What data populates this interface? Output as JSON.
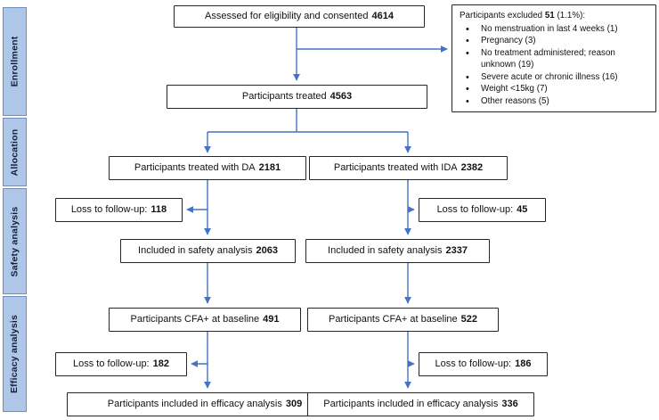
{
  "figure": {
    "type": "consort-flow-diagram"
  },
  "colors": {
    "arrow": "#4472c4",
    "box_border": "#262626",
    "sidebar_fill": "#aec7e8",
    "sidebar_border": "#6d8fbf"
  },
  "sidebar": {
    "items": [
      {
        "label": "Enrollment"
      },
      {
        "label": "Allocation"
      },
      {
        "label": "Safety analysis"
      },
      {
        "label": "Efficacy analysis"
      }
    ]
  },
  "boxes": {
    "assessed": {
      "text": "Assessed for eligibility and consented",
      "value": "4614"
    },
    "treated": {
      "text": "Participants treated",
      "value": "4563"
    },
    "da": {
      "text": "Participants treated with DA",
      "value": "2181"
    },
    "ida": {
      "text": "Participants treated with IDA",
      "value": "2382"
    },
    "loss_da_1": {
      "text": "Loss to follow-up:",
      "value": "118"
    },
    "loss_ida_1": {
      "text": "Loss to follow-up:",
      "value": "45"
    },
    "safety_da": {
      "text": "Included in safety analysis",
      "value": "2063"
    },
    "safety_ida": {
      "text": "Included in safety analysis",
      "value": "2337"
    },
    "cfa_da": {
      "text": "Participants CFA+ at baseline",
      "value": "491"
    },
    "cfa_ida": {
      "text": "Participants CFA+ at baseline",
      "value": "522"
    },
    "loss_da_2": {
      "text": "Loss to follow-up:",
      "value": "182"
    },
    "loss_ida_2": {
      "text": "Loss to follow-up:",
      "value": "186"
    },
    "efficacy_da": {
      "text": "Participants included in efficacy analysis",
      "value": "309"
    },
    "efficacy_ida": {
      "text": "Participants included in efficacy analysis",
      "value": "336"
    }
  },
  "excluded": {
    "prefix": "Participants excluded",
    "value": "51",
    "suffix": "(1.1%):",
    "items": [
      "No menstruation in last 4 weeks (1)",
      "Pregnancy (3)",
      "No treatment administered; reason unknown (19)",
      "Severe acute or chronic illness (16)",
      "Weight <15kg (7)",
      "Other reasons (5)"
    ]
  }
}
